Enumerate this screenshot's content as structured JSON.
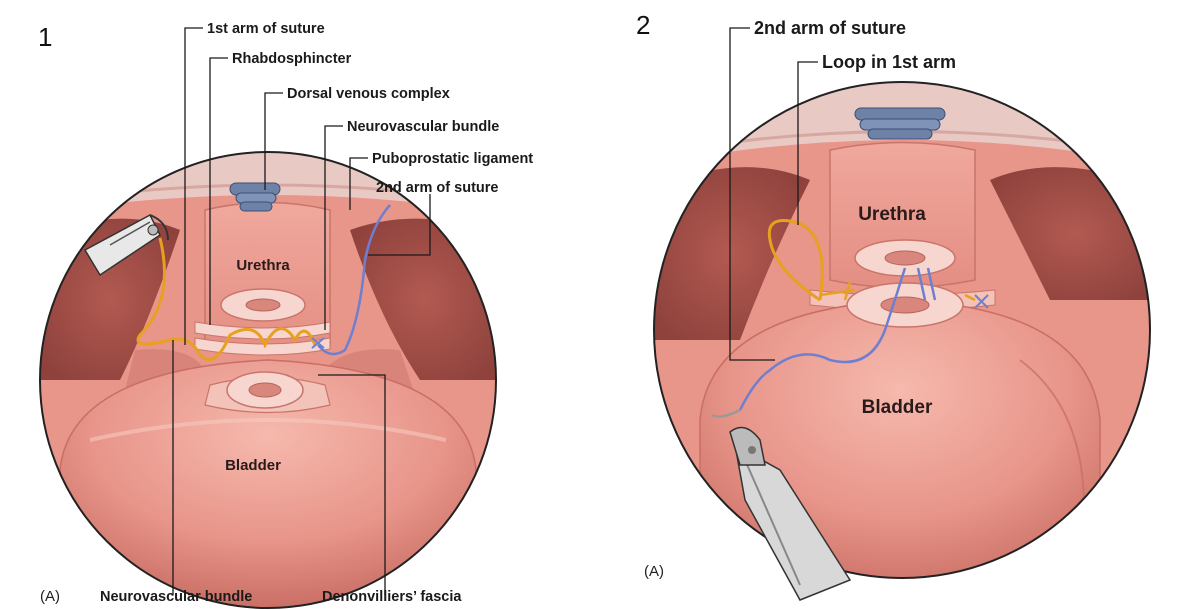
{
  "panel1": {
    "number": "1",
    "sublabel": "(A)",
    "labels": {
      "first_arm": "1st arm of suture",
      "rhabdosphincter": "Rhabdosphincter",
      "dorsal_venous_complex": "Dorsal venous complex",
      "neurovascular_bundle_top": "Neurovascular bundle",
      "puboprostatic_ligament": "Puboprostatic ligament",
      "second_arm": "2nd arm of suture",
      "neurovascular_bundle_bottom": "Neurovascular bundle",
      "denonvilliers_fascia": "Denonvilliers’ fascia"
    },
    "organs": {
      "urethra": "Urethra",
      "bladder": "Bladder"
    }
  },
  "panel2": {
    "number": "2",
    "sublabel": "(A)",
    "labels": {
      "second_arm": "2nd arm of suture",
      "loop_first_arm": "Loop in 1st arm"
    },
    "organs": {
      "urethra": "Urethra",
      "bladder": "Bladder"
    }
  },
  "colors": {
    "tissue": "#e8958a",
    "tissue_light": "#f4b8ac",
    "tissue_dark": "#b85a52",
    "suture_orange": "#e8a020",
    "suture_blue": "#6f7fd0",
    "venous": "#6e82a8"
  }
}
